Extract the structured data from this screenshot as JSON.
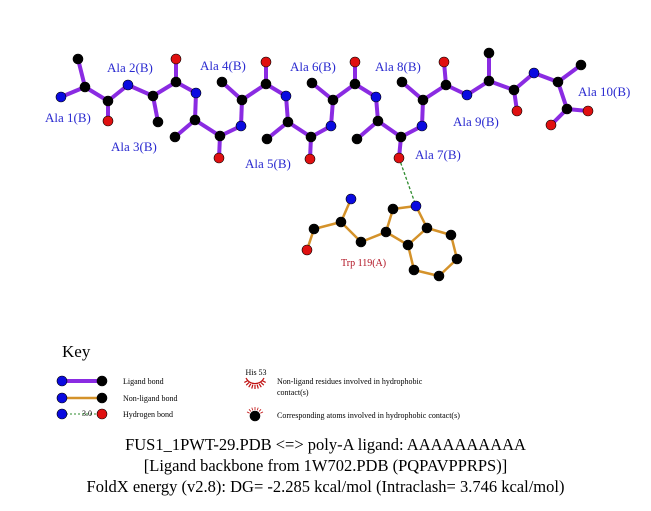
{
  "ligand_residues": [
    "Ala 1(B)",
    "Ala 2(B)",
    "Ala 3(B)",
    "Ala 4(B)",
    "Ala 5(B)",
    "Ala 6(B)",
    "Ala 7(B)",
    "Ala 8(B)",
    "Ala 9(B)",
    "Ala 10(B)"
  ],
  "protein_residue": "Trp 119(A)",
  "colors": {
    "ligand_bond": "#8a2be2",
    "nonligand_bond": "#d4922a",
    "hbond": "#2e8b2e",
    "N": "#0a0ae0",
    "O": "#e01010",
    "C": "#000000",
    "ligand_label": "#2a2ad0",
    "protein_label": "#b01020"
  },
  "key": {
    "title": "Key",
    "ligand_bond": "Ligand bond",
    "nonligand_bond": "Non-ligand bond",
    "hydrogen_bond": "Hydrogen bond",
    "hbond_distance_sample": "3.0",
    "hydrophobic_residue_sample": "His 53",
    "hydrophobic_residues": "Non-ligand residues involved in hydrophobic",
    "hydrophobic_residues_2": "contact(s)",
    "hydrophobic_atoms": "Corresponding atoms involved in hydrophobic contact(s)"
  },
  "footer": {
    "line1": "FUS1_1PWT-29.PDB <=> poly-A ligand: AAAAAAAAAA",
    "line2": "[Ligand backbone from 1W702.PDB (PQPAVPPRPS)]",
    "line3": "FoldX energy (v2.8): DG= -2.285 kcal/mol (Intraclash= 3.746 kcal/mol)"
  }
}
